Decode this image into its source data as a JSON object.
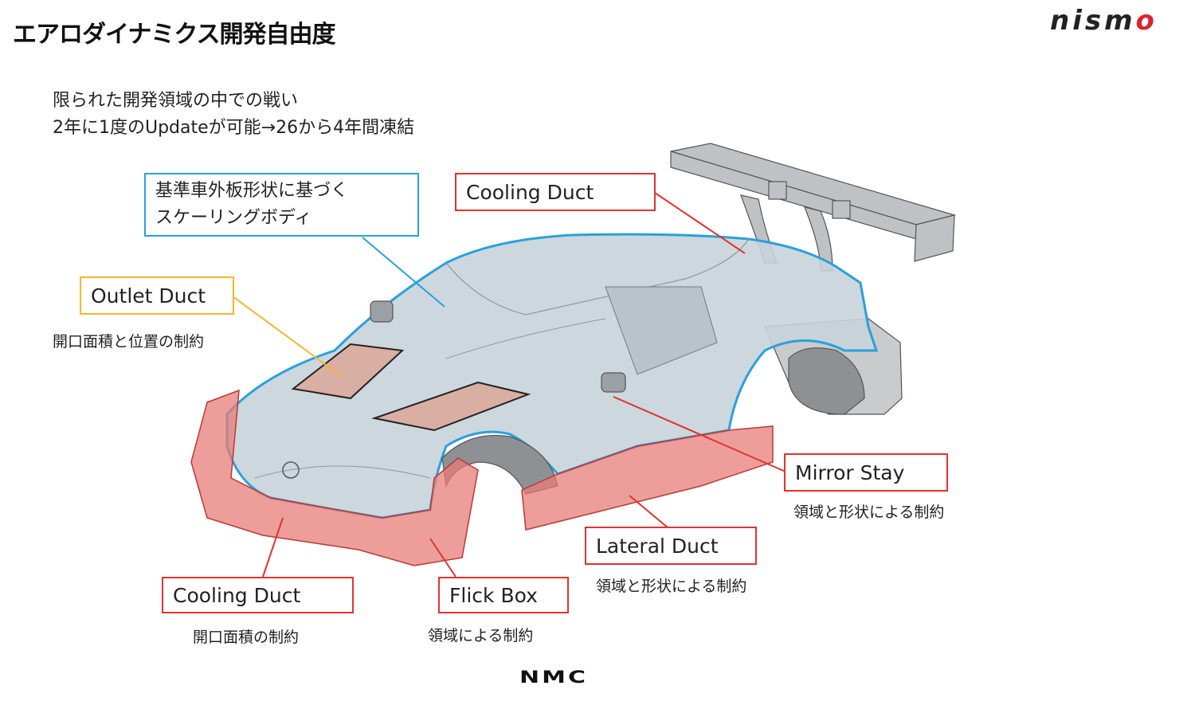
{
  "header": {
    "title": "エアロダイナミクス開発自由度",
    "brand_logo": "nismo",
    "brand_logo_parts": [
      "nism",
      "o"
    ]
  },
  "subtitle": {
    "line1": "限られた開発領域の中での戦い",
    "line2": "2年に1度のUpdateが可能→26から4年間凍結"
  },
  "callouts": {
    "scaling_body": {
      "line1": "基準車外板形状に基づく",
      "line2": "スケーリングボディ",
      "color": "#2aa0dc"
    },
    "cooling_duct_top": {
      "label": "Cooling Duct",
      "color": "#e0342f"
    },
    "outlet_duct": {
      "label": "Outlet Duct",
      "note": "開口面積と位置の制約",
      "color": "#f5b62e"
    },
    "mirror_stay": {
      "label": "Mirror Stay",
      "note": "領域と形状による制約",
      "color": "#e0342f"
    },
    "lateral_duct": {
      "label": "Lateral  Duct",
      "note": "領域と形状による制約",
      "color": "#e0342f"
    },
    "cooling_duct_bottom": {
      "label": "Cooling Duct",
      "note": "開口面積の制約",
      "color": "#e0342f"
    },
    "flick_box": {
      "label": "Flick Box",
      "note": "領域による制約",
      "color": "#e0342f"
    }
  },
  "footer": {
    "logo": "NMC"
  }
}
